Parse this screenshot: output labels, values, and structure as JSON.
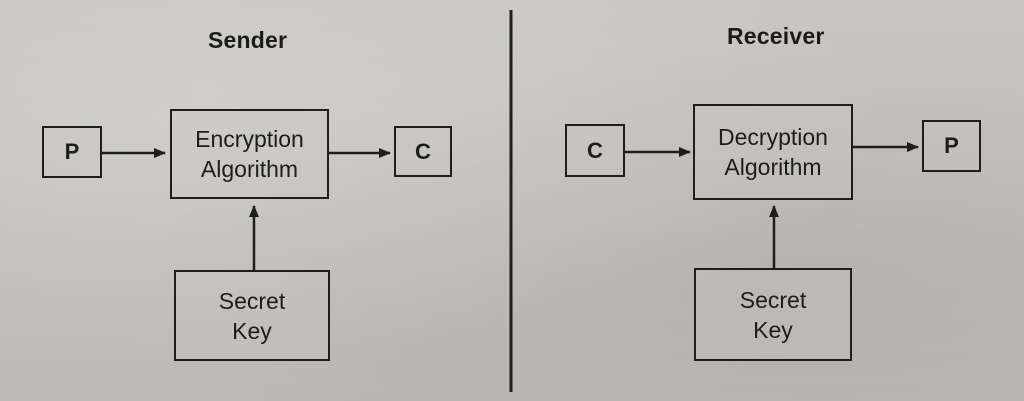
{
  "sender": {
    "heading": "Sender",
    "input_label": "P",
    "algorithm_line1": "Encryption",
    "algorithm_line2": "Algorithm",
    "output_label": "C",
    "key_line1": "Secret",
    "key_line2": "Key"
  },
  "receiver": {
    "heading": "Receiver",
    "input_label": "C",
    "algorithm_line1": "Decryption",
    "algorithm_line2": "Algorithm",
    "output_label": "P",
    "key_line1": "Secret",
    "key_line2": "Key"
  },
  "colors": {
    "ink": "#1e1e1e",
    "paper": "#c6c3bf"
  }
}
